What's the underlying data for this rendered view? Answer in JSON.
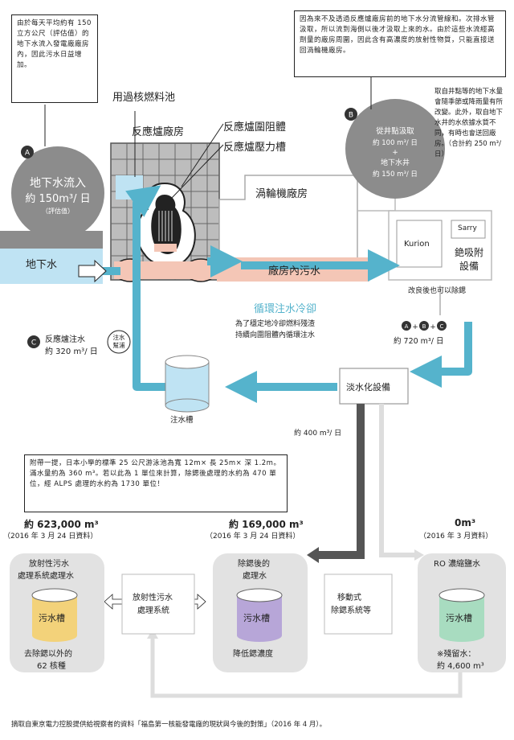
{
  "notes": {
    "inflow_note": "由於每天平均約有 150 立方公尺（評估值）的地下水流入發電廠廠房內，因此污水日益增加。",
    "drain_note": "因為來不及透過反應爐廠房前的地下水分流管線和。次排水管汲取，所以流到海側以後才汲取上來的水。由於這些水流經高劑量的廠房周圍，因此含有高濃度的放射性物質，只能直接送回渦輪機廠房。",
    "side_note": "取自井點等的地下水量會隨季節或降雨量有所改變。此外，取自地下水井的水依據水質不同，有時也會送回廠房。（合計約 250 m³/日）",
    "pool_note": "附帶一提，日本小學的標準 25 公尺游泳池為寬 12m× 長 25m× 深 1.2m。滿水量約為 360 m³。若以此為 1 單位來計算，除鍶後處理的水約為 470 單位，經 ALPS 處理的水約為 1730 單位！"
  },
  "labels": {
    "spent_fuel_pool": "用過核燃料池",
    "reactor_building": "反應爐廠房",
    "containment": "反應爐圍阻體",
    "pressure_vessel": "反應爐壓力槽",
    "turbine_building": "渦輪機廠房",
    "building_water": "廠房內污水",
    "groundwater": "地下水",
    "circ_title": "循環注水冷卻",
    "circ_desc_1": "為了穩定地冷卻燃料殘渣",
    "circ_desc_2": "持續向圍阻體內循環注水",
    "injection_overflow_1": "注水",
    "injection_overflow_2": "幫浦",
    "injection_tank": "注水槽",
    "desal": "淡水化設備",
    "desal_flow": "約 400 m³/ 日",
    "kurion": "Kurion",
    "sarry": "Sarry",
    "cesium_1": "銫吸附",
    "cesium_2": "設備",
    "improved": "改良後也可以除鍶",
    "sum_flow": "約 720 m³/ 日",
    "reactor_injection_1": "反應爐注水",
    "reactor_injection_2": "約 320 m³/ 日",
    "mobile_1": "移動式",
    "mobile_2": "除鍶系統等",
    "alps_system_1": "放射性污水",
    "alps_system_2": "處理系統",
    "source": "摘取自東京電力控股提供給視察者的資料「福島第一核能發電廠的現狀與今後的對策」（2016 年 4 月）。"
  },
  "circles": {
    "a_letter": "A",
    "a_line1": "地下水流入",
    "a_line2": "約 150m³/ 日",
    "a_line3": "（評估值）",
    "b_letter": "B",
    "b_line1": "從井點汲取",
    "b_line2": "約 100 m³/ 日",
    "b_plus": "+",
    "b_line3": "地下水井",
    "b_line4": "約 150 m³/ 日",
    "c_letter": "C",
    "sum_a": "A",
    "sum_b": "B",
    "sum_c": "C",
    "plus": "+"
  },
  "storage": [
    {
      "amount": "約 623,000 m³",
      "date": "（2016 年 3 月 24 日資料）",
      "title_1": "放射性污水",
      "title_2": "處理系統處理水",
      "tank": "污水槽",
      "desc_1": "去除鍶以外的",
      "desc_2": "62 核種",
      "color": "#f3d27a"
    },
    {
      "amount": "約 169,000 m³",
      "date": "（2016 年 3 月 24 日資料）",
      "title_1": "除鍶後的",
      "title_2": "處理水",
      "tank": "污水槽",
      "desc_1": "降低鍶濃度",
      "desc_2": "",
      "color": "#b7a6d8"
    },
    {
      "amount": "0m³",
      "date": "（2016 年 3 月資料）",
      "title_1": "RO 濃縮鹽水",
      "title_2": "",
      "tank": "污水槽",
      "desc_1": "※殘留水：",
      "desc_2": "約 4,600 m³",
      "color": "#a8dcc0"
    }
  ],
  "colors": {
    "flow_arrow": "#55b3cc",
    "gray_arrow": "#555555",
    "building_gray": "#8c8c8c",
    "groundwater_blue": "#bfe3f3",
    "contaminated": "#f4c6b6",
    "storage_box": "#e2e2e2"
  }
}
